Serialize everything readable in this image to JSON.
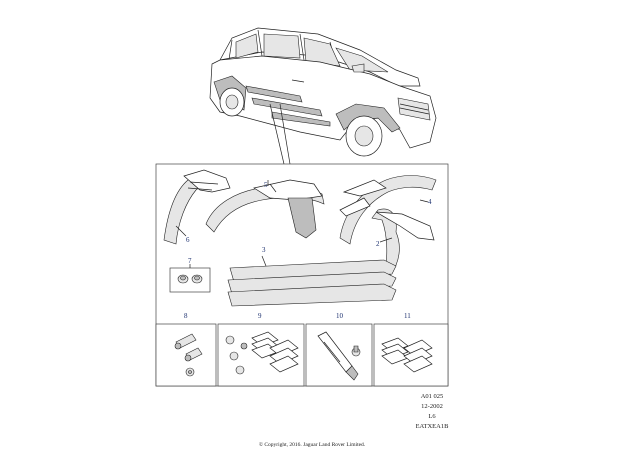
{
  "diagram": {
    "callouts": [
      "2",
      "3",
      "4",
      "5",
      "6",
      "7",
      "8",
      "9",
      "10",
      "11"
    ],
    "reference": {
      "code": "A01 025",
      "date": "12-2002",
      "revision": "L6",
      "catalogue": "EATXEA1B"
    },
    "copyright": "© Copyright, 2016. Jaguar Land Rover Limited."
  }
}
